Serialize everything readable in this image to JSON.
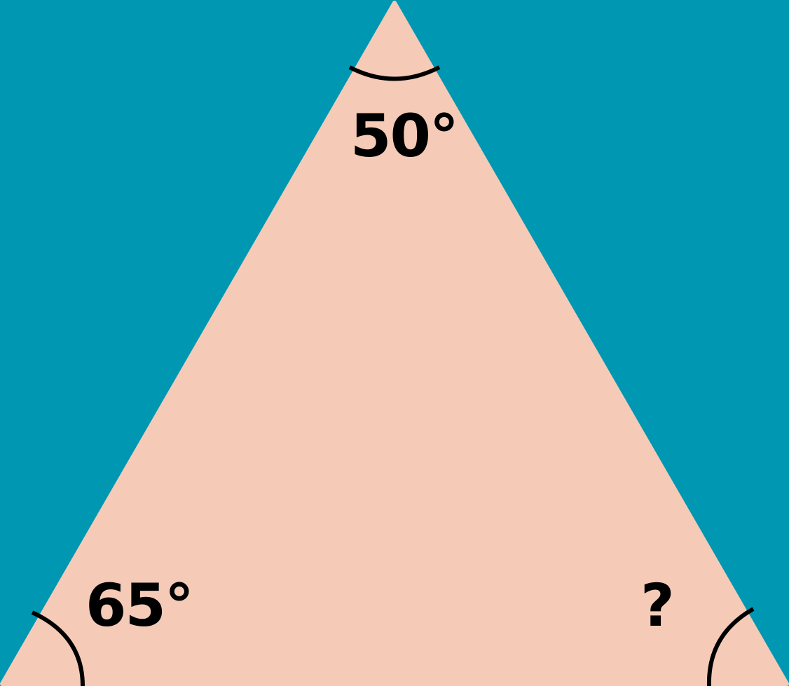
{
  "colors": {
    "background": "#0097b2",
    "triangle_fill": "#f5cbb7",
    "arc_stroke": "#000000",
    "label_text": "#000000"
  },
  "angles": {
    "top": {
      "label": "50°",
      "value_degrees": 50
    },
    "bottom_left": {
      "label": "65°",
      "value_degrees": 65
    },
    "bottom_right": {
      "label": "?"
    }
  }
}
